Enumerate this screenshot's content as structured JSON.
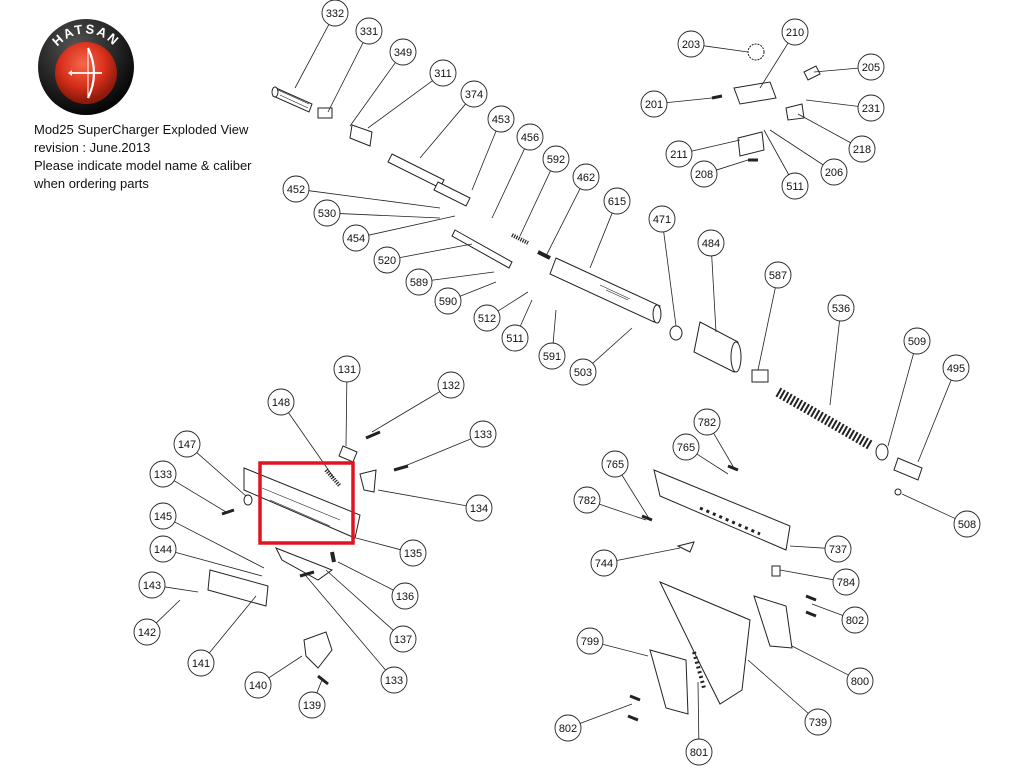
{
  "header": {
    "brand": "HATSAN",
    "title": "Mod25 SuperCharger  Exploded View",
    "revision": "revision : June.2013",
    "note_line1": "Please indicate model name & caliber",
    "note_line2": "when ordering parts"
  },
  "colors": {
    "logo_red": "#d9301b",
    "logo_black": "#111111",
    "highlight": "#e0141e",
    "line": "#222222"
  },
  "highlight_box": {
    "label": "selected-region",
    "target_part": "148"
  },
  "parts": [
    {
      "id": "332",
      "label": "332"
    },
    {
      "id": "331",
      "label": "331"
    },
    {
      "id": "349",
      "label": "349"
    },
    {
      "id": "311",
      "label": "311"
    },
    {
      "id": "374",
      "label": "374"
    },
    {
      "id": "453",
      "label": "453"
    },
    {
      "id": "456",
      "label": "456"
    },
    {
      "id": "592",
      "label": "592"
    },
    {
      "id": "462",
      "label": "462"
    },
    {
      "id": "615",
      "label": "615"
    },
    {
      "id": "452",
      "label": "452"
    },
    {
      "id": "530",
      "label": "530"
    },
    {
      "id": "454",
      "label": "454"
    },
    {
      "id": "520",
      "label": "520"
    },
    {
      "id": "589",
      "label": "589"
    },
    {
      "id": "590",
      "label": "590"
    },
    {
      "id": "512",
      "label": "512"
    },
    {
      "id": "511a",
      "label": "511"
    },
    {
      "id": "591",
      "label": "591"
    },
    {
      "id": "503",
      "label": "503"
    },
    {
      "id": "471",
      "label": "471"
    },
    {
      "id": "484",
      "label": "484"
    },
    {
      "id": "587",
      "label": "587"
    },
    {
      "id": "536",
      "label": "536"
    },
    {
      "id": "509",
      "label": "509"
    },
    {
      "id": "495",
      "label": "495"
    },
    {
      "id": "508",
      "label": "508"
    },
    {
      "id": "203",
      "label": "203"
    },
    {
      "id": "210",
      "label": "210"
    },
    {
      "id": "205",
      "label": "205"
    },
    {
      "id": "201",
      "label": "201"
    },
    {
      "id": "231",
      "label": "231"
    },
    {
      "id": "218",
      "label": "218"
    },
    {
      "id": "211",
      "label": "211"
    },
    {
      "id": "206",
      "label": "206"
    },
    {
      "id": "208",
      "label": "208"
    },
    {
      "id": "511b",
      "label": "511"
    },
    {
      "id": "131",
      "label": "131"
    },
    {
      "id": "132",
      "label": "132"
    },
    {
      "id": "148",
      "label": "148"
    },
    {
      "id": "133a",
      "label": "133"
    },
    {
      "id": "147",
      "label": "147"
    },
    {
      "id": "133b",
      "label": "133"
    },
    {
      "id": "134",
      "label": "134"
    },
    {
      "id": "145",
      "label": "145"
    },
    {
      "id": "135",
      "label": "135"
    },
    {
      "id": "144",
      "label": "144"
    },
    {
      "id": "136",
      "label": "136"
    },
    {
      "id": "143",
      "label": "143"
    },
    {
      "id": "137",
      "label": "137"
    },
    {
      "id": "142",
      "label": "142"
    },
    {
      "id": "141",
      "label": "141"
    },
    {
      "id": "133c",
      "label": "133"
    },
    {
      "id": "140",
      "label": "140"
    },
    {
      "id": "139",
      "label": "139"
    },
    {
      "id": "782a",
      "label": "782"
    },
    {
      "id": "765a",
      "label": "765"
    },
    {
      "id": "765b",
      "label": "765"
    },
    {
      "id": "782b",
      "label": "782"
    },
    {
      "id": "737",
      "label": "737"
    },
    {
      "id": "744",
      "label": "744"
    },
    {
      "id": "784",
      "label": "784"
    },
    {
      "id": "802a",
      "label": "802"
    },
    {
      "id": "799",
      "label": "799"
    },
    {
      "id": "800",
      "label": "800"
    },
    {
      "id": "739",
      "label": "739"
    },
    {
      "id": "802b",
      "label": "802"
    },
    {
      "id": "801",
      "label": "801"
    }
  ]
}
